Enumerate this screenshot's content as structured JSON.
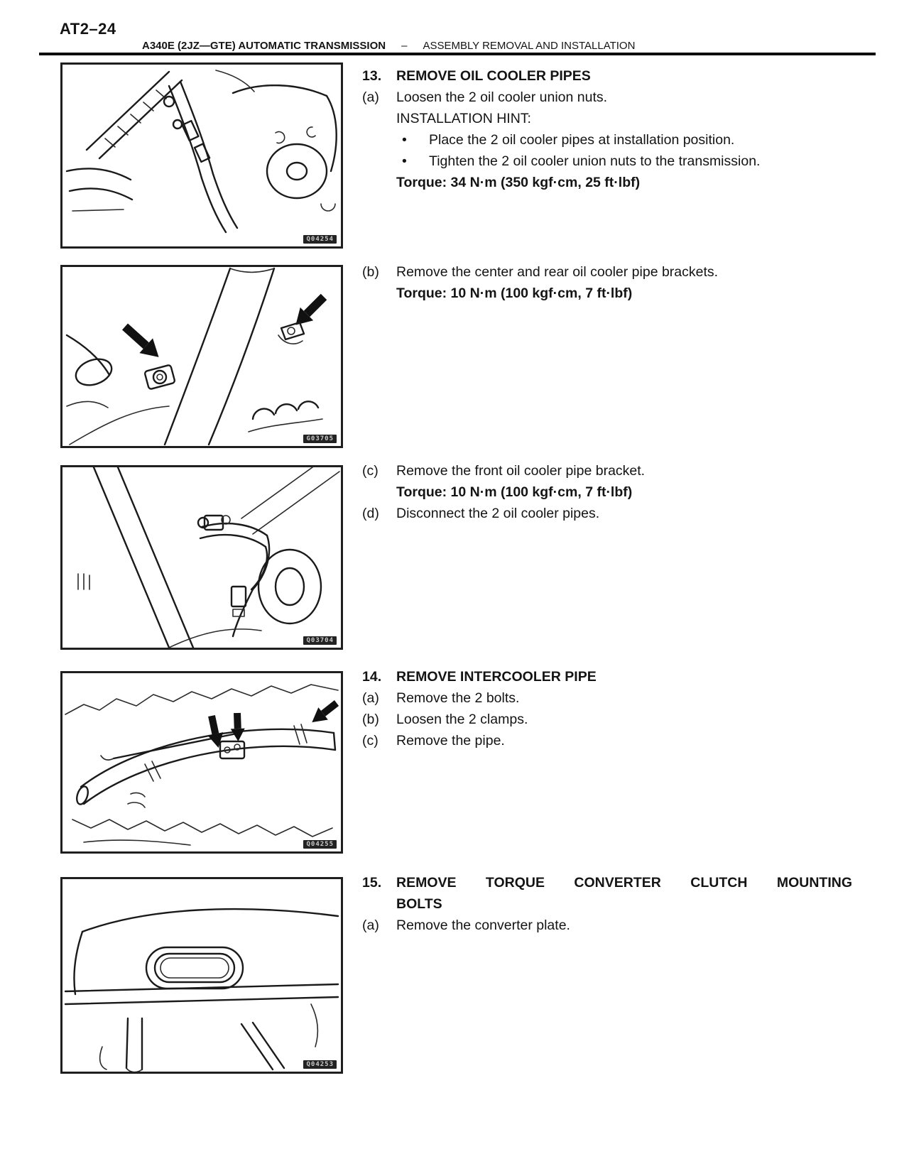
{
  "page": {
    "number": "AT2–24",
    "header": {
      "title_bold": "A340E (2JZ—GTE) AUTOMATIC TRANSMISSION",
      "separator": "–",
      "title_regular": "ASSEMBLY REMOVAL AND INSTALLATION"
    }
  },
  "glyphs": {
    "bullet": "•"
  },
  "figures": [
    {
      "code": "Q04254"
    },
    {
      "code": "G03705"
    },
    {
      "code": "Q03704"
    },
    {
      "code": "Q04255"
    },
    {
      "code": "Q04253"
    }
  ],
  "sections": [
    {
      "number": "13.",
      "title": "REMOVE OIL COOLER PIPES",
      "items": [
        {
          "label": "(a)",
          "text": "Loosen the 2 oil cooler union nuts."
        },
        {
          "text": "INSTALLATION HINT:"
        },
        {
          "text": "Place the 2 oil cooler pipes at installation position."
        },
        {
          "text": "Tighten the 2 oil cooler union nuts to the transmission."
        },
        {
          "text": "Torque: 34 N·m (350 kgf·cm, 25 ft·lbf)"
        }
      ]
    },
    {
      "items": [
        {
          "label": "(b)",
          "text": "Remove the center and rear oil cooler pipe brackets."
        },
        {
          "text": "Torque: 10 N·m (100 kgf·cm, 7 ft·lbf)"
        }
      ]
    },
    {
      "items": [
        {
          "label": "(c)",
          "text": "Remove the front oil cooler pipe bracket."
        },
        {
          "text": "Torque: 10 N·m (100 kgf·cm, 7 ft·lbf)"
        },
        {
          "label": "(d)",
          "text": "Disconnect the 2 oil cooler pipes."
        }
      ]
    },
    {
      "number": "14.",
      "title": "REMOVE INTERCOOLER PIPE",
      "items": [
        {
          "label": "(a)",
          "text": "Remove the 2 bolts."
        },
        {
          "label": "(b)",
          "text": "Loosen the 2 clamps."
        },
        {
          "label": "(c)",
          "text": "Remove the pipe."
        }
      ]
    },
    {
      "number": "15.",
      "title_lines": [
        "REMOVE TORQUE CONVERTER CLUTCH MOUNTING",
        "BOLTS"
      ],
      "items": [
        {
          "label": "(a)",
          "text": "Remove the converter plate."
        }
      ]
    }
  ]
}
